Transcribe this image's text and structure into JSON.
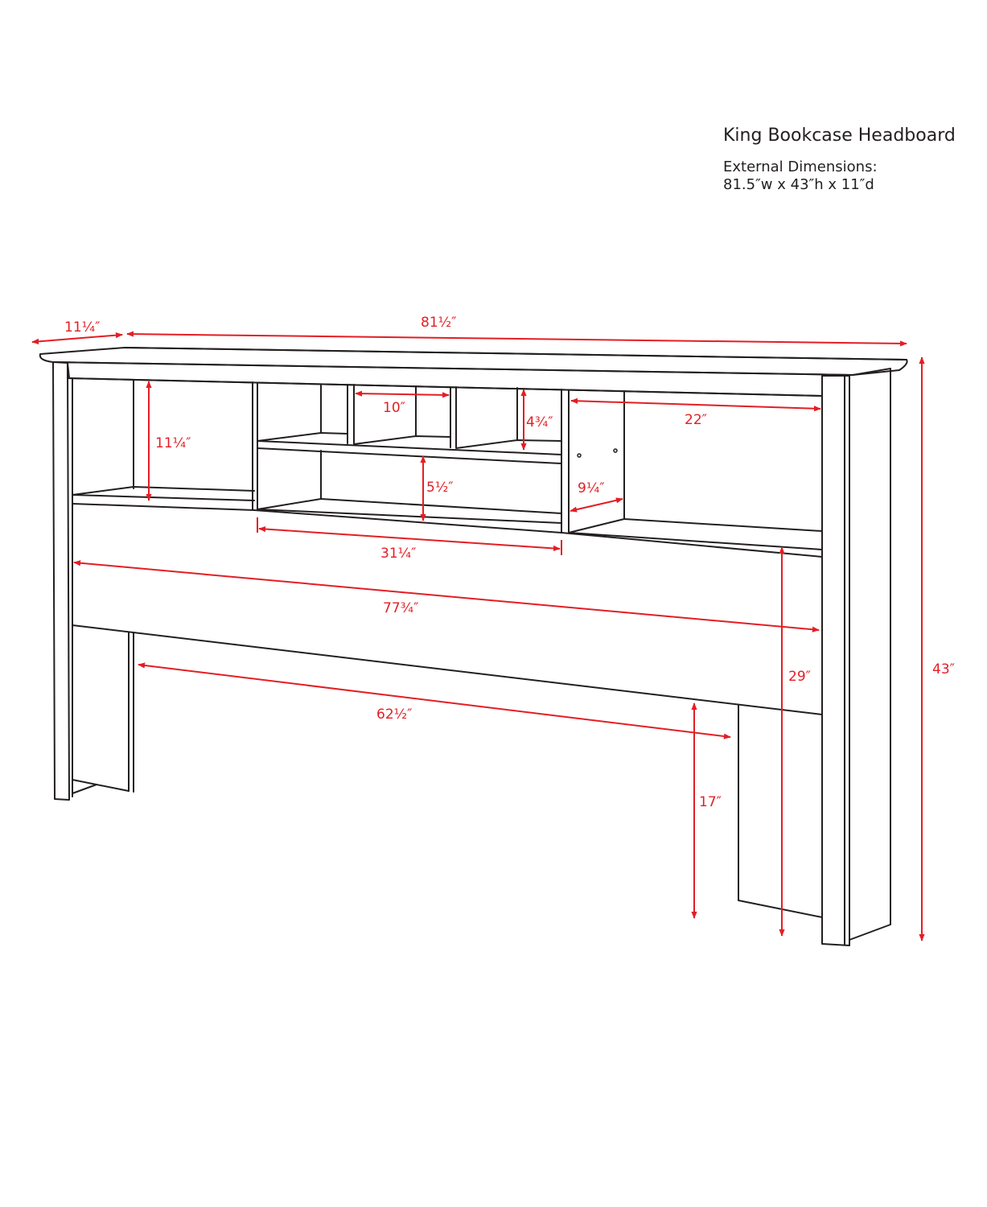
{
  "header": {
    "title": "King Bookcase Headboard",
    "dimensions_label": "External Dimensions:",
    "dimensions_value": "81.5″w x 43″h x 11″d"
  },
  "colors": {
    "line": "#231f20",
    "dimension": "#e31e24",
    "background": "#ffffff"
  },
  "dimensions": {
    "depth_top": "11¼″",
    "overall_width": "81½″",
    "left_cubby_height": "11¼″",
    "small_cubby_width": "10″",
    "small_cubby_height": "4¾″",
    "middle_shelf_height": "5½″",
    "center_section_width": "31¼″",
    "right_cubby_width": "22″",
    "divider_depth": "9¼″",
    "inner_width": "77¾″",
    "leg_span": "62½″",
    "floor_to_shelf": "29″",
    "leg_clearance": "17″",
    "overall_height": "43″"
  }
}
